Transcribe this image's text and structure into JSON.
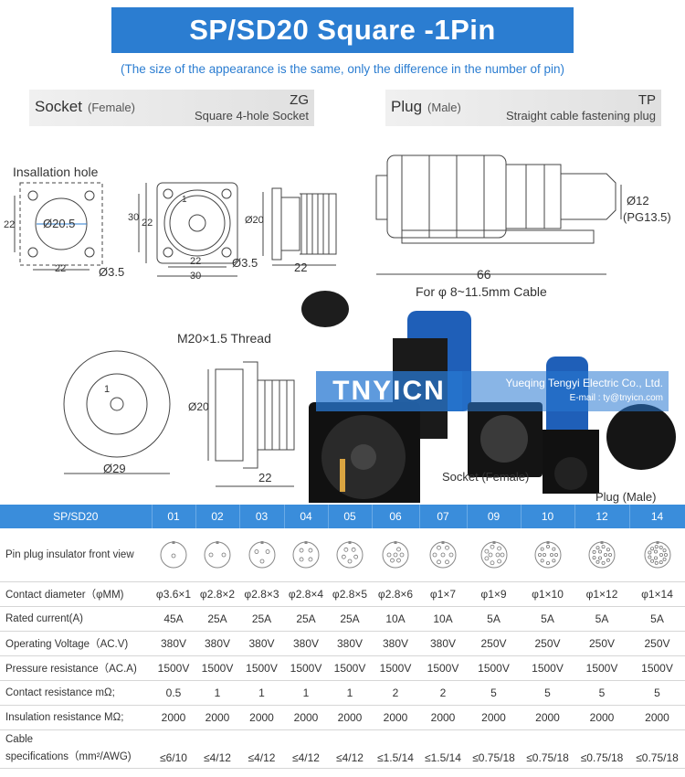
{
  "header": {
    "title": "SP/SD20 Square -1Pin",
    "subtitle": "(The size of the appearance is the same, only the difference in the number of pin)"
  },
  "socket_label": {
    "name": "Socket",
    "gender": "(Female)",
    "code": "ZG",
    "desc": "Square 4-hole Socket"
  },
  "plug_label": {
    "name": "Plug",
    "gender": "(Male)",
    "code": "TP",
    "desc": "Straight cable fastening plug"
  },
  "drawings": {
    "installation_hole": "Insallation hole",
    "hole_dia": "Ø20.5",
    "hole_22_side": "22",
    "hole_22_bottom": "22",
    "hole_small": "Ø3.5",
    "socket_30_side": "30",
    "socket_22_side": "22",
    "socket_22_bottom": "22",
    "socket_30_bottom": "30",
    "socket_small": "Ø3.5",
    "socket_pin_num": "1",
    "socket_side_dia": "Ø20",
    "socket_side_22": "22",
    "plug_dia": "Ø12",
    "plug_pg": "(PG13.5)",
    "plug_len": "66",
    "plug_cable": "For φ 8~11.5mm Cable",
    "thread": "M20×1.5 Thread",
    "front_dia": "Ø29",
    "front_pin_num": "1",
    "side2_dia": "Ø20",
    "side2_22": "22"
  },
  "photo": {
    "logo": "TNYICN",
    "company": "Yueqing Tengyi Electric Co., Ltd.",
    "email": "E-mail : ty@tnyicn.com",
    "socket_caption": "Socket (Female)",
    "plug_caption": "Plug (Male)"
  },
  "table": {
    "header": [
      "SP/SD20",
      "01",
      "02",
      "03",
      "04",
      "05",
      "06",
      "07",
      "09",
      "10",
      "12",
      "14"
    ],
    "pin_counts": [
      1,
      2,
      3,
      4,
      5,
      6,
      7,
      9,
      10,
      12,
      14
    ],
    "rows": [
      {
        "label": "Contact diameter（φMM)",
        "values": [
          "φ3.6×1",
          "φ2.8×2",
          "φ2.8×3",
          "φ2.8×4",
          "φ2.8×5",
          "φ2.8×6",
          "φ1×7",
          "φ1×9",
          "φ1×10",
          "φ1×12",
          "φ1×14"
        ]
      },
      {
        "label": "Rated current(A)",
        "values": [
          "45A",
          "25A",
          "25A",
          "25A",
          "25A",
          "10A",
          "10A",
          "5A",
          "5A",
          "5A",
          "5A"
        ]
      },
      {
        "label": "Operating Voltage（AC.V)",
        "values": [
          "380V",
          "380V",
          "380V",
          "380V",
          "380V",
          "380V",
          "380V",
          "250V",
          "250V",
          "250V",
          "250V"
        ]
      },
      {
        "label": "Pressure resistance（AC.A)",
        "values": [
          "1500V",
          "1500V",
          "1500V",
          "1500V",
          "1500V",
          "1500V",
          "1500V",
          "1500V",
          "1500V",
          "1500V",
          "1500V"
        ]
      },
      {
        "label": "Contact resistance mΩ;",
        "values": [
          "0.5",
          "1",
          "1",
          "1",
          "1",
          "2",
          "2",
          "5",
          "5",
          "5",
          "5"
        ]
      },
      {
        "label": "Insulation resistance MΩ;",
        "values": [
          "2000",
          "2000",
          "2000",
          "2000",
          "2000",
          "2000",
          "2000",
          "2000",
          "2000",
          "2000",
          "2000"
        ]
      }
    ],
    "pin_row_label": "Pin plug insulator front view",
    "cable_row": {
      "label_line1": "Cable",
      "label_line2": "specifications（mm²/AWG)",
      "values": [
        "≤6/10",
        "≤4/12",
        "≤4/12",
        "≤4/12",
        "≤4/12",
        "≤1.5/14",
        "≤1.5/14",
        "≤0.75/18",
        "≤0.75/18",
        "≤0.75/18",
        "≤0.75/18"
      ]
    }
  },
  "colors": {
    "accent": "#2b7dd1",
    "table_header": "#3a8ddb"
  }
}
